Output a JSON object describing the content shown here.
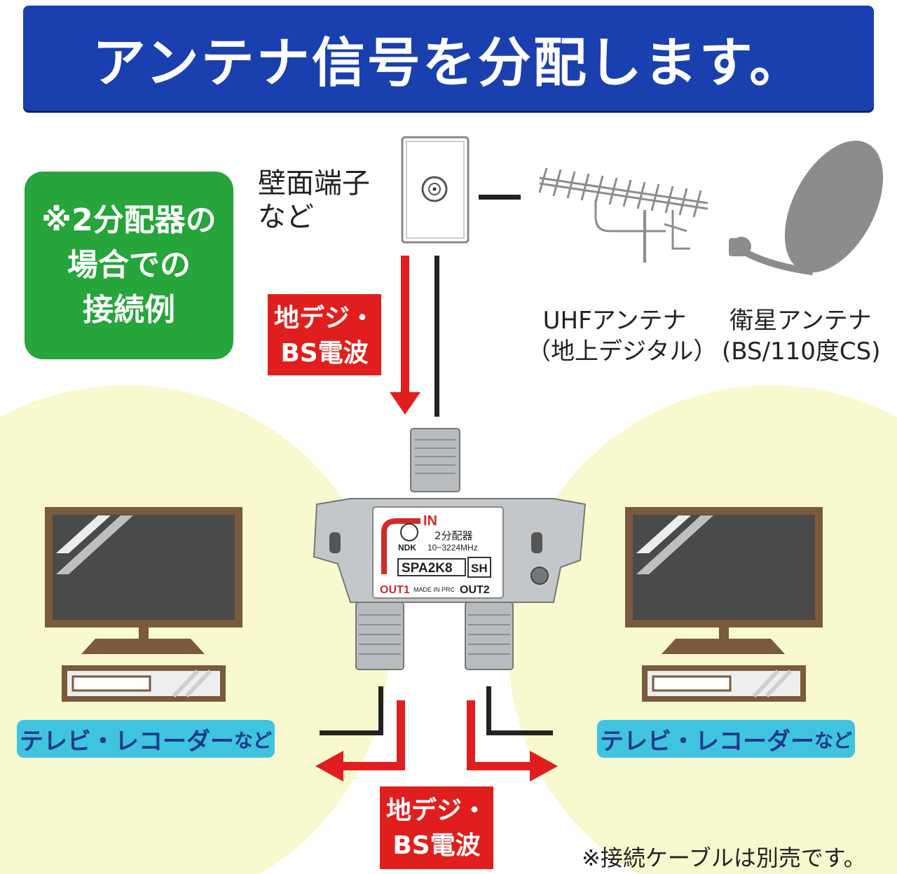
{
  "title": "アンテナ信号を分配します。",
  "example_box": {
    "line1": "※2分配器の",
    "line2": "場合での",
    "line3": "接続例"
  },
  "wall_terminal": {
    "line1": "壁面端子",
    "line2": "など"
  },
  "uhf_antenna": {
    "line1": "UHFアンテナ",
    "line2": "（地上デジタル）"
  },
  "satellite_antenna": {
    "line1": "衛星アンテナ",
    "line2": "(BS/110度CS)"
  },
  "signal_label_top": {
    "line1": "地デジ・",
    "line2": "BS電波"
  },
  "signal_label_bottom": {
    "line1": "地デジ・",
    "line2": "BS電波"
  },
  "splitter": {
    "in_label": "IN",
    "product_name": "2分配器",
    "frequency": "10~3224MHz",
    "brand": "NDK",
    "model": "SPA2K8",
    "grade": "SH",
    "origin": "MADE IN PRC",
    "out1_label": "OUT1",
    "out2_label": "OUT2"
  },
  "device_label_left": {
    "main": "テレビ・レコーダー",
    "suffix": "など"
  },
  "device_label_right": {
    "main": "テレビ・レコーダー",
    "suffix": "など"
  },
  "cable_note": "※接続ケーブルは別売です。",
  "colors": {
    "banner_blue": "#1a3fae",
    "example_green": "#25a53a",
    "signal_red": "#e11e1e",
    "label_cyan": "#3fc4e0",
    "circle_yellow": "#f8f9cf",
    "tv_brown": "#7a5a3c"
  }
}
